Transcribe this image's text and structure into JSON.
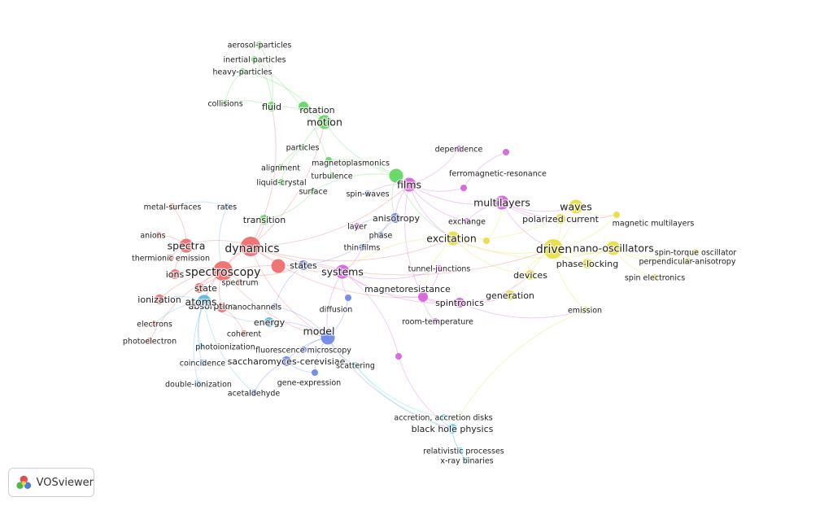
{
  "brand": {
    "name": "VOSviewer",
    "logo_icon": "vosviewer-logo-icon"
  },
  "palette": {
    "red": "#ef6a6a",
    "green": "#5fd65f",
    "blue": "#6a86ea",
    "cyan": "#5fd3e6",
    "magenta": "#d462d9",
    "yellow": "#e6dd3f",
    "sky": "#58b9de"
  },
  "nodes": [
    {
      "id": "aerosol-particles",
      "label": "aerosol-particles",
      "c": "green",
      "w": 1
    },
    {
      "id": "inertial-particles",
      "label": "inertial particles",
      "c": "green",
      "w": 1
    },
    {
      "id": "heavy-particles",
      "label": "heavy-particles",
      "c": "green",
      "w": 1
    },
    {
      "id": "collisions",
      "label": "collisions",
      "c": "green",
      "w": 1
    },
    {
      "id": "fluid",
      "label": "fluid",
      "c": "green",
      "w": 2
    },
    {
      "id": "rotation",
      "label": "rotation",
      "c": "green",
      "w": 2
    },
    {
      "id": "motion",
      "label": "motion",
      "c": "green",
      "w": 3
    },
    {
      "id": "particles",
      "label": "particles",
      "c": "green",
      "w": 1
    },
    {
      "id": "magnetoplasmonics",
      "label": "magnetoplasmonics",
      "c": "green",
      "w": 1
    },
    {
      "id": "alignment",
      "label": "alignment",
      "c": "green",
      "w": 1
    },
    {
      "id": "turbulence",
      "label": "turbulence",
      "c": "green",
      "w": 1
    },
    {
      "id": "liquid-crystal",
      "label": "liquid-crystal",
      "c": "green",
      "w": 1
    },
    {
      "id": "surface",
      "label": "surface",
      "c": "green",
      "w": 1
    },
    {
      "id": "transition",
      "label": "transition",
      "c": "green",
      "w": 2
    },
    {
      "id": "green-hub",
      "label": "",
      "c": "green",
      "w": 3
    },
    {
      "id": "dependence",
      "label": "dependence",
      "c": "magenta",
      "w": 1
    },
    {
      "id": "ferromagnetic-resonance",
      "label": "ferromagnetic-resonance",
      "c": "magenta",
      "w": 1
    },
    {
      "id": "films",
      "label": "films",
      "c": "magenta",
      "w": 3
    },
    {
      "id": "multilayers",
      "label": "multilayers",
      "c": "magenta",
      "w": 3
    },
    {
      "id": "exchange",
      "label": "exchange",
      "c": "magenta",
      "w": 1
    },
    {
      "id": "systems",
      "label": "systems",
      "c": "magenta",
      "w": 3
    },
    {
      "id": "tunnel-junctions",
      "label": "tunnel-junctions",
      "c": "magenta",
      "w": 1
    },
    {
      "id": "magnetoresistance",
      "label": "magnetoresistance",
      "c": "magenta",
      "w": 2
    },
    {
      "id": "spintronics",
      "label": "spintronics",
      "c": "magenta",
      "w": 2
    },
    {
      "id": "room-temperature",
      "label": "room-temperature",
      "c": "magenta",
      "w": 1
    },
    {
      "id": "layer",
      "label": "layer",
      "c": "magenta",
      "w": 1
    },
    {
      "id": "magenta-extra",
      "label": "",
      "c": "magenta",
      "w": 1
    },
    {
      "id": "magenta-dot",
      "label": "",
      "c": "magenta",
      "w": 1
    },
    {
      "id": "waves",
      "label": "waves",
      "c": "yellow",
      "w": 3
    },
    {
      "id": "polarized-current",
      "label": "polarized current",
      "c": "yellow",
      "w": 2
    },
    {
      "id": "magnetic-multilayers",
      "label": "magnetic multilayers",
      "c": "yellow",
      "w": 1
    },
    {
      "id": "excitation",
      "label": "excitation",
      "c": "yellow",
      "w": 3
    },
    {
      "id": "driven",
      "label": "driven",
      "c": "yellow",
      "w": 4
    },
    {
      "id": "nano-oscillators",
      "label": "nano-oscillators",
      "c": "yellow",
      "w": 3
    },
    {
      "id": "spin-torque-oscillator",
      "label": "spin-torque oscillator",
      "c": "yellow",
      "w": 1
    },
    {
      "id": "perpendicular-anisotropy",
      "label": "perpendicular-anisotropy",
      "c": "yellow",
      "w": 1
    },
    {
      "id": "phase-locking",
      "label": "phase-locking",
      "c": "yellow",
      "w": 2
    },
    {
      "id": "devices",
      "label": "devices",
      "c": "yellow",
      "w": 2
    },
    {
      "id": "spin-electronics",
      "label": "spin electronics",
      "c": "yellow",
      "w": 1
    },
    {
      "id": "generation",
      "label": "generation",
      "c": "yellow",
      "w": 2
    },
    {
      "id": "emission",
      "label": "emission",
      "c": "yellow",
      "w": 1
    },
    {
      "id": "yellow-extra",
      "label": "",
      "c": "yellow",
      "w": 1
    },
    {
      "id": "dynamics",
      "label": "dynamics",
      "c": "red",
      "w": 4
    },
    {
      "id": "spectra",
      "label": "spectra",
      "c": "red",
      "w": 3
    },
    {
      "id": "spectroscopy",
      "label": "spectroscopy",
      "c": "red",
      "w": 4
    },
    {
      "id": "metal-surfaces",
      "label": "metal-surfaces",
      "c": "red",
      "w": 1
    },
    {
      "id": "anions",
      "label": "anions",
      "c": "red",
      "w": 1
    },
    {
      "id": "thermionic-emission",
      "label": "thermionic emission",
      "c": "red",
      "w": 1
    },
    {
      "id": "ions",
      "label": "ions",
      "c": "red",
      "w": 2
    },
    {
      "id": "state",
      "label": "state",
      "c": "red",
      "w": 2
    },
    {
      "id": "spectrum",
      "label": "spectrum",
      "c": "red",
      "w": 1
    },
    {
      "id": "ionization",
      "label": "ionization",
      "c": "red",
      "w": 2
    },
    {
      "id": "electrons",
      "label": "electrons",
      "c": "red",
      "w": 1
    },
    {
      "id": "absorption",
      "label": "absorption",
      "c": "red",
      "w": 2
    },
    {
      "id": "photoelectron",
      "label": "photoelectron",
      "c": "red",
      "w": 1
    },
    {
      "id": "coherent",
      "label": "coherent",
      "c": "red",
      "w": 1
    },
    {
      "id": "red-hub",
      "label": "",
      "c": "red",
      "w": 3
    },
    {
      "id": "anisotropy",
      "label": "anisotropy",
      "c": "blue",
      "w": 2
    },
    {
      "id": "spin-waves",
      "label": "spin-waves",
      "c": "blue",
      "w": 1
    },
    {
      "id": "phase",
      "label": "phase",
      "c": "blue",
      "w": 1
    },
    {
      "id": "thin-films",
      "label": "thin-films",
      "c": "blue",
      "w": 1
    },
    {
      "id": "states",
      "label": "states",
      "c": "blue",
      "w": 2
    },
    {
      "id": "nanochannels",
      "label": "nanochannels",
      "c": "blue",
      "w": 1
    },
    {
      "id": "diffusion",
      "label": "diffusion",
      "c": "blue",
      "w": 1
    },
    {
      "id": "model",
      "label": "model",
      "c": "blue",
      "w": 3
    },
    {
      "id": "fluorescence-microscopy",
      "label": "fluorescence microscopy",
      "c": "blue",
      "w": 1
    },
    {
      "id": "saccharomyces-cerevisiae",
      "label": "saccharomyces-cerevisiae",
      "c": "blue",
      "w": 2
    },
    {
      "id": "gene-expression",
      "label": "gene-expression",
      "c": "blue",
      "w": 1
    },
    {
      "id": "acetaldehyde",
      "label": "acetaldehyde",
      "c": "blue",
      "w": 1
    },
    {
      "id": "rates",
      "label": "rates",
      "c": "sky",
      "w": 1
    },
    {
      "id": "atoms",
      "label": "atoms",
      "c": "sky",
      "w": 3
    },
    {
      "id": "energy",
      "label": "energy",
      "c": "sky",
      "w": 2
    },
    {
      "id": "photoionization",
      "label": "photoionization",
      "c": "sky",
      "w": 1
    },
    {
      "id": "coincidence",
      "label": "coincidence",
      "c": "sky",
      "w": 1
    },
    {
      "id": "double-ionization",
      "label": "double-ionization",
      "c": "sky",
      "w": 1
    },
    {
      "id": "scattering",
      "label": "scattering",
      "c": "cyan",
      "w": 1
    },
    {
      "id": "accretion-disks",
      "label": "accretion, accretion disks",
      "c": "cyan",
      "w": 1
    },
    {
      "id": "black-hole-physics",
      "label": "black hole physics",
      "c": "cyan",
      "w": 2
    },
    {
      "id": "relativistic-processes",
      "label": "relativistic processes",
      "c": "cyan",
      "w": 1
    },
    {
      "id": "x-ray-binaries",
      "label": "x-ray binaries",
      "c": "cyan",
      "w": 1
    }
  ],
  "links": [
    [
      "dynamics",
      "spectroscopy"
    ],
    [
      "dynamics",
      "spectra"
    ],
    [
      "dynamics",
      "systems"
    ],
    [
      "dynamics",
      "excitation"
    ],
    [
      "dynamics",
      "motion"
    ],
    [
      "dynamics",
      "model"
    ],
    [
      "dynamics",
      "atoms"
    ],
    [
      "dynamics",
      "transition"
    ],
    [
      "dynamics",
      "films"
    ],
    [
      "dynamics",
      "driven"
    ],
    [
      "dynamics",
      "magnetoresistance"
    ],
    [
      "dynamics",
      "fluid"
    ],
    [
      "spectroscopy",
      "ions"
    ],
    [
      "spectroscopy",
      "atoms"
    ],
    [
      "spectroscopy",
      "absorption"
    ],
    [
      "spectroscopy",
      "state"
    ],
    [
      "spectroscopy",
      "model"
    ],
    [
      "spectroscopy",
      "states"
    ],
    [
      "spectroscopy",
      "ionization"
    ],
    [
      "spectroscopy",
      "photoelectron"
    ],
    [
      "spectra",
      "anions"
    ],
    [
      "spectra",
      "thermionic-emission"
    ],
    [
      "spectra",
      "metal-surfaces"
    ],
    [
      "spectra",
      "ions"
    ],
    [
      "atoms",
      "photoionization"
    ],
    [
      "atoms",
      "double-ionization"
    ],
    [
      "atoms",
      "coincidence"
    ],
    [
      "atoms",
      "energy"
    ],
    [
      "atoms",
      "ionization"
    ],
    [
      "atoms",
      "electrons"
    ],
    [
      "atoms",
      "acetaldehyde"
    ],
    [
      "motion",
      "particles"
    ],
    [
      "motion",
      "fluid"
    ],
    [
      "motion",
      "rotation"
    ],
    [
      "motion",
      "green-hub"
    ],
    [
      "motion",
      "heavy-particles"
    ],
    [
      "fluid",
      "inertial-particles"
    ],
    [
      "fluid",
      "aerosol-particles"
    ],
    [
      "fluid",
      "collisions"
    ],
    [
      "heavy-particles",
      "collisions"
    ],
    [
      "green-hub",
      "films"
    ],
    [
      "green-hub",
      "magnetoplasmonics"
    ],
    [
      "green-hub",
      "surface"
    ],
    [
      "green-hub",
      "excitation"
    ],
    [
      "green-hub",
      "anisotropy"
    ],
    [
      "particles",
      "alignment"
    ],
    [
      "particles",
      "liquid-crystal"
    ],
    [
      "turbulence",
      "inertial-particles"
    ],
    [
      "films",
      "multilayers"
    ],
    [
      "films",
      "anisotropy"
    ],
    [
      "films",
      "ferromagnetic-resonance"
    ],
    [
      "films",
      "dependence"
    ],
    [
      "films",
      "exchange"
    ],
    [
      "films",
      "excitation"
    ],
    [
      "films",
      "spin-waves"
    ],
    [
      "films",
      "magnetoresistance"
    ],
    [
      "multilayers",
      "waves"
    ],
    [
      "multilayers",
      "driven"
    ],
    [
      "multilayers",
      "polarized-current"
    ],
    [
      "multilayers",
      "exchange"
    ],
    [
      "multilayers",
      "magnetic-multilayers"
    ],
    [
      "excitation",
      "driven"
    ],
    [
      "excitation",
      "devices"
    ],
    [
      "excitation",
      "systems"
    ],
    [
      "excitation",
      "magnetoresistance"
    ],
    [
      "excitation",
      "nano-oscillators"
    ],
    [
      "excitation",
      "waves"
    ],
    [
      "driven",
      "nano-oscillators"
    ],
    [
      "driven",
      "waves"
    ],
    [
      "driven",
      "phase-locking"
    ],
    [
      "driven",
      "polarized-current"
    ],
    [
      "driven",
      "devices"
    ],
    [
      "driven",
      "emission"
    ],
    [
      "driven",
      "generation"
    ],
    [
      "driven",
      "magnetic-multilayers"
    ],
    [
      "nano-oscillators",
      "spin-torque-oscillator"
    ],
    [
      "nano-oscillators",
      "perpendicular-anisotropy"
    ],
    [
      "nano-oscillators",
      "spin-electronics"
    ],
    [
      "nano-oscillators",
      "phase-locking"
    ],
    [
      "systems",
      "magnetoresistance"
    ],
    [
      "systems",
      "model"
    ],
    [
      "systems",
      "states"
    ],
    [
      "systems",
      "tunnel-junctions"
    ],
    [
      "systems",
      "thin-films"
    ],
    [
      "systems",
      "spintronics"
    ],
    [
      "systems",
      "diffusion"
    ],
    [
      "magnetoresistance",
      "spintronics"
    ],
    [
      "magnetoresistance",
      "room-temperature"
    ],
    [
      "magnetoresistance",
      "tunnel-junctions"
    ],
    [
      "magnetoresistance",
      "generation"
    ],
    [
      "spintronics",
      "devices"
    ],
    [
      "spintronics",
      "emission"
    ],
    [
      "model",
      "saccharomyces-cerevisiae"
    ],
    [
      "model",
      "fluorescence-microscopy"
    ],
    [
      "model",
      "gene-expression"
    ],
    [
      "model",
      "diffusion"
    ],
    [
      "model",
      "scattering"
    ],
    [
      "model",
      "energy"
    ],
    [
      "model",
      "nanochannels"
    ],
    [
      "model",
      "black-hole-physics"
    ],
    [
      "saccharomyces-cerevisiae",
      "gene-expression"
    ],
    [
      "saccharomyces-cerevisiae",
      "acetaldehyde"
    ],
    [
      "scattering",
      "black-hole-physics"
    ],
    [
      "scattering",
      "accretion-disks"
    ],
    [
      "black-hole-physics",
      "accretion-disks"
    ],
    [
      "black-hole-physics",
      "relativistic-processes"
    ],
    [
      "black-hole-physics",
      "x-ray-binaries"
    ],
    [
      "relativistic-processes",
      "x-ray-binaries"
    ],
    [
      "magenta-dot",
      "black-hole-physics"
    ],
    [
      "magenta-dot",
      "systems"
    ],
    [
      "emission",
      "black-hole-physics"
    ],
    [
      "states",
      "anisotropy"
    ],
    [
      "states",
      "nanochannels"
    ],
    [
      "anisotropy",
      "phase"
    ],
    [
      "anisotropy",
      "layer"
    ],
    [
      "transition",
      "surface"
    ],
    [
      "rates",
      "metal-surfaces"
    ],
    [
      "rates",
      "spectroscopy"
    ],
    [
      "red-hub",
      "state"
    ],
    [
      "coherent",
      "absorption"
    ],
    [
      "spectrum",
      "spectroscopy"
    ],
    [
      "magenta-extra",
      "ferromagnetic-resonance"
    ],
    [
      "yellow-extra",
      "multilayers"
    ],
    [
      "waves",
      "magnetic-multilayers"
    ],
    [
      "yellow-extra",
      "excitation"
    ]
  ]
}
